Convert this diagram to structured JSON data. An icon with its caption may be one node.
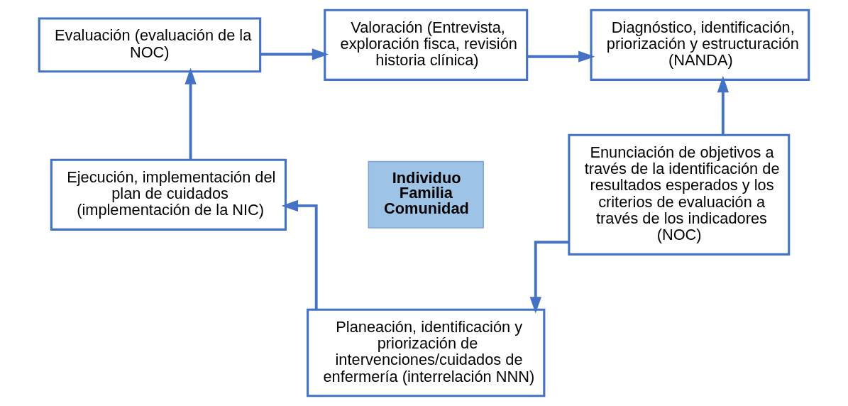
{
  "diagram": {
    "nodes": [
      {
        "text": [
          "Valoración (Entrevista, exploración fisca, revisión historia clínica)"
        ]
      },
      {
        "text": [
          "Evaluación (evaluación de la NOC)"
        ]
      },
      {
        "text": [
          "Diagnóstico, identificación, priorización y estructuración (NANDA)"
        ]
      },
      {
        "text": [
          "Individuo Familia Comunidad"
        ]
      },
      {
        "text": [
          "Ejecución, implementación del plan de cuidados (implementación de la NIC)"
        ]
      },
      {
        "text": [
          "Enunciación de objetivos a través de la identificación de resultados esperados y los criterios de evaluación a través de los indicadores (NOC)"
        ]
      },
      {
        "text": [
          "Planeación, identificación y priorización de intervenciones/cuidados de enfermería (interrelación NNN)"
        ]
      }
    ],
    "edges": [
      {
        "from": 1,
        "to": 0,
        "arrow": "to"
      },
      {
        "from": 0,
        "to": 2,
        "arrow": "to"
      },
      {
        "from": 5,
        "to": 2,
        "arrow": "to"
      },
      {
        "from": 5,
        "to": 6,
        "arrow": "to"
      },
      {
        "from": 6,
        "to": 4,
        "arrow": "to"
      },
      {
        "from": 4,
        "to": 1,
        "arrow": "to"
      }
    ]
  }
}
